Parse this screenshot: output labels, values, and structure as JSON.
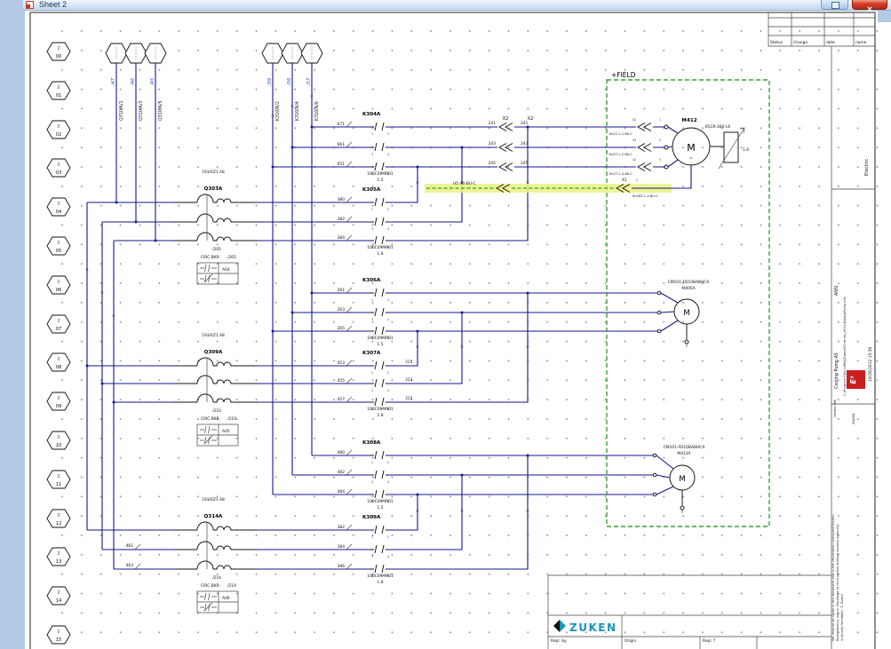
{
  "window": {
    "title": "Sheet 2",
    "close_glyph": "✕"
  },
  "revision_table": {
    "labels": [
      "Status",
      "change",
      "date",
      "name"
    ]
  },
  "right_margin": {
    "discipline": "Electric",
    "standard": "ANSI",
    "project": "Cooling Pump A5",
    "file_path": "C:\\Program Files (x86)\\Zuken\\E3.series_2011\\Data\\APump.e3s",
    "datetime": "10/26/2012 15:30",
    "created_with": "created with",
    "e3_mark": "E³",
    "zuken_small": "ZUKEN",
    "legal_lines": [
      "We reserve all rights in this document and in the information contained therein.",
      "Reproduction, use or disclosure to third parties without express authority",
      "is strictly forbidden. © Zuken"
    ]
  },
  "title_block": {
    "brand": "ZUKEN",
    "repl_by": "Repl. by",
    "origin": "Origin",
    "repl_f": "Repl. f"
  },
  "sheet_refs": {
    "sheet_no": "2",
    "rows": [
      "00",
      "01",
      "02",
      "03",
      "04",
      "05",
      "06",
      "07",
      "08",
      "09",
      "10",
      "11",
      "12",
      "13",
      "14",
      "15"
    ]
  },
  "top_connectors": [
    {
      "ref": "/47",
      "device": "Q310/A/1"
    },
    {
      "ref": "/46",
      "device": "Q310/A/3"
    },
    {
      "ref": "/45",
      "device": "Q310/A/5"
    },
    {
      "ref": "/59",
      "device": "K310/A/2"
    },
    {
      "ref": "/58",
      "device": "K310/A/4"
    },
    {
      "ref": "/57",
      "device": "K310/A/6"
    }
  ],
  "breakers": [
    {
      "name": "Q303A",
      "type_note": "193/6Z1 A8",
      "ref_above": "/205",
      "table_label": "CIRC BKR:",
      "table_ref": "/205",
      "aux_no": "A04",
      "aux_nc": ""
    },
    {
      "name": "Q309A",
      "type_note": "193/6Z1 A8",
      "ref_above": "/210",
      "table_label": "CIRC BKR:",
      "table_ref": "/210",
      "aux_no": "A05",
      "aux_nc": ""
    },
    {
      "name": "Q314A",
      "type_note": "193/6Z1 A8",
      "ref_above": "/214",
      "table_label": "CIRC BKR:",
      "table_ref": "/214",
      "aux_no": "A06",
      "aux_nc": ""
    }
  ],
  "contactors": [
    {
      "name": "K304A",
      "part": "100C09MR01",
      "rating": "1.5",
      "wire_left": [
        "671",
        "661",
        "651"
      ]
    },
    {
      "name": "K305A",
      "part": "100C09MR01",
      "rating": "1.8",
      "wire_left": [
        "380",
        "382",
        "384"
      ]
    },
    {
      "name": "K306A",
      "part": "100C09MR01",
      "rating": "1.5",
      "wire_left": [
        "261",
        "263",
        "265"
      ]
    },
    {
      "name": "K307A",
      "part": "100C09MR01",
      "rating": "1.8",
      "wire_left": [
        "453",
        "455",
        "457"
      ],
      "wire_right": [
        "311",
        "313",
        "315"
      ]
    },
    {
      "name": "K308A",
      "part": "100C09MR01",
      "rating": "1.5",
      "wire_left": [
        "480",
        "482",
        "484"
      ]
    },
    {
      "name": "K309A",
      "part": "100C09MR01",
      "rating": "1.8",
      "wire_left": [
        "382",
        "384",
        "386"
      ]
    }
  ],
  "pins": {
    "pairs": [
      [
        "1",
        "2"
      ],
      [
        "3",
        "4"
      ],
      [
        "5",
        "6"
      ]
    ]
  },
  "motors": [
    {
      "name": "M412",
      "type": ""
    },
    {
      "name": "M405A",
      "type": "CM101-FD10BABHCA"
    },
    {
      "name": "M413A",
      "type": "CM101-FD10BABHCA"
    }
  ],
  "symbols": {
    "motor_letter": "M",
    "ac_wave": "~"
  },
  "resistor": {
    "name": "KS1R-360-L6",
    "value": "1.6"
  },
  "field": {
    "label": "+FIELD"
  },
  "connectors": {
    "x2a": "X2",
    "x2b": "X2",
    "x1": "X1",
    "m1_rows": [
      {
        "wl": "241",
        "wr": "241",
        "cable": "KU2T-1-1-BK-C",
        "pin": "1"
      },
      {
        "wl": "243",
        "wr": "243",
        "cable": "KU2T-1-2-BK-C",
        "pin": "2"
      },
      {
        "wl": "245",
        "wr": "245",
        "cable": "KU2T-1-3-BK-C",
        "pin": "3"
      }
    ],
    "green": {
      "left_label": "H5-10-BU-C",
      "right_label": "KU2BT-1-2-BU-C",
      "pin": "2"
    }
  },
  "misc": {
    "junction_mark": "≡",
    "b3_wires": [
      "461",
      "463"
    ]
  }
}
